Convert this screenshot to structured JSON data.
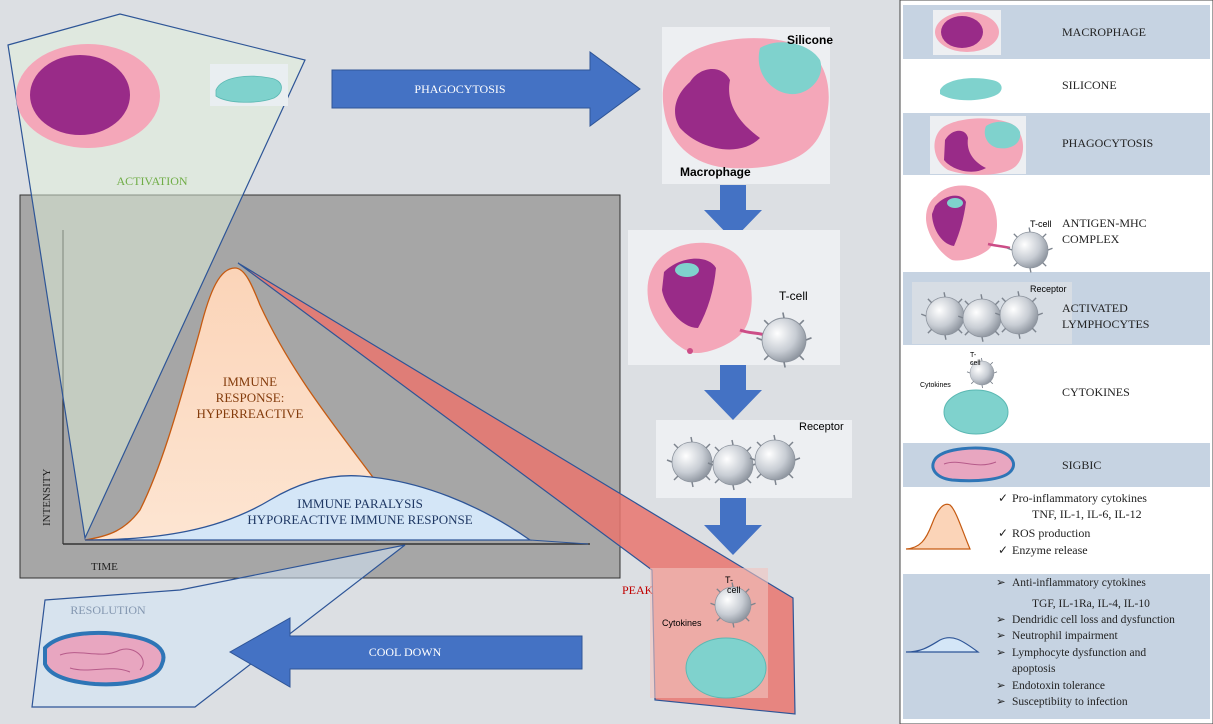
{
  "diagram": {
    "labels": {
      "phagocytosis_arrow": "PHAGOCYTOSIS",
      "cooldown_arrow": "COOL DOWN",
      "activation": "ACTIVATION",
      "resolution": "RESOLUTION",
      "peak": "PEAK",
      "silicone_panel": "Silicone",
      "macrophage_panel": "Macrophage",
      "tcell_panel": "T-cell",
      "receptor_panel": "Receptor",
      "tcell_small_1": "T-",
      "tcell_small_2": "cell",
      "cytokines_panel": "Cytokines"
    },
    "graph": {
      "ylabel": "INTENSITY",
      "xlabel": "TIME",
      "hyper_label": [
        "IMMUNE",
        "RESPONSE:",
        "HYPERREACTIVE"
      ],
      "hypo_label": [
        "IMMUNE PARALYSIS",
        "HYPOREACTIVE IMMUNE RESPONSE"
      ]
    }
  },
  "legend": {
    "rows": [
      {
        "label": [
          "MACROPHAGE"
        ]
      },
      {
        "label": [
          "SILICONE"
        ]
      },
      {
        "label": [
          "PHAGOCYTOSIS"
        ]
      },
      {
        "label": [
          "ANTIGEN-MHC",
          "COMPLEX"
        ],
        "tcell": "T-cell"
      },
      {
        "label": [
          "ACTIVATED",
          "LYMPHOCYTES"
        ],
        "receptor": "Receptor"
      },
      {
        "label": [
          "CYTOKINES"
        ],
        "tcell_1": "T-",
        "tcell_2": "cell",
        "cytokines": "Cytokines"
      },
      {
        "label": [
          "SIGBIC"
        ]
      }
    ],
    "pro_inflammatory": [
      "Pro-inflammatory cytokines",
      "TNF, IL-1, IL-6, IL-12",
      "ROS production",
      "Enzyme release"
    ],
    "anti_inflammatory": [
      "Anti-inflammatory cytokines",
      "TGF, IL-1Ra, IL-4, IL-10",
      "Dendridic cell loss and dysfunction",
      "Neutrophil impairment",
      "Lymphocyte dysfunction and",
      "apoptosis",
      "Endotoxin tolerance",
      "Susceptibiity to infection"
    ],
    "check_mark": "✓",
    "arrow_mark": "➢"
  },
  "colors": {
    "background": "#dcdfe3",
    "blue_arrow": "#4472c4",
    "macrophage_pink": "#f6b7c5",
    "nucleus_purple": "#9b2c8c",
    "silicone_teal": "#7fd2cd",
    "graph_gray": "#a6a6a6",
    "peak_red": "#e9766e",
    "legend_blue": "#c6d3e2"
  }
}
